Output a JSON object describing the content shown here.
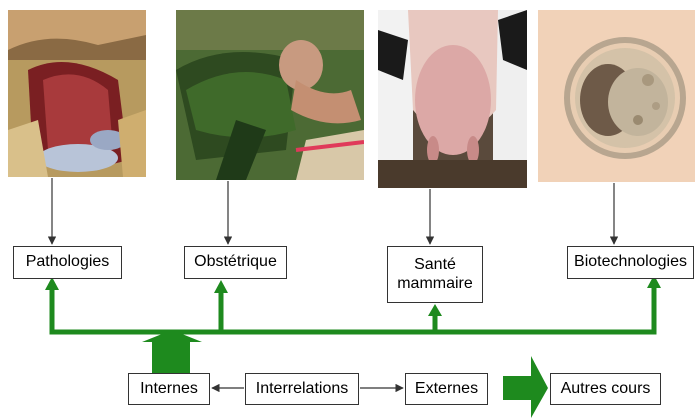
{
  "categories": [
    {
      "id": "pathologies",
      "label": "Pathologies",
      "image": "calving-pathology-photo"
    },
    {
      "id": "obstetrique",
      "label": "Obstétrique",
      "image": "veterinarian-obstetrics-photo"
    },
    {
      "id": "sante-mammaire",
      "label_line1": "Santé",
      "label_line2": "mammaire",
      "image": "cow-udder-photo"
    },
    {
      "id": "biotechnologies",
      "label": "Biotechnologies",
      "image": "embryo-microscopy-photo"
    }
  ],
  "bottom": {
    "internes": "Internes",
    "interrelations": "Interrelations",
    "externes": "Externes",
    "autres_cours": "Autres cours"
  },
  "colors": {
    "accent_green": "#1e8a1e",
    "connector_line": "#333333"
  }
}
